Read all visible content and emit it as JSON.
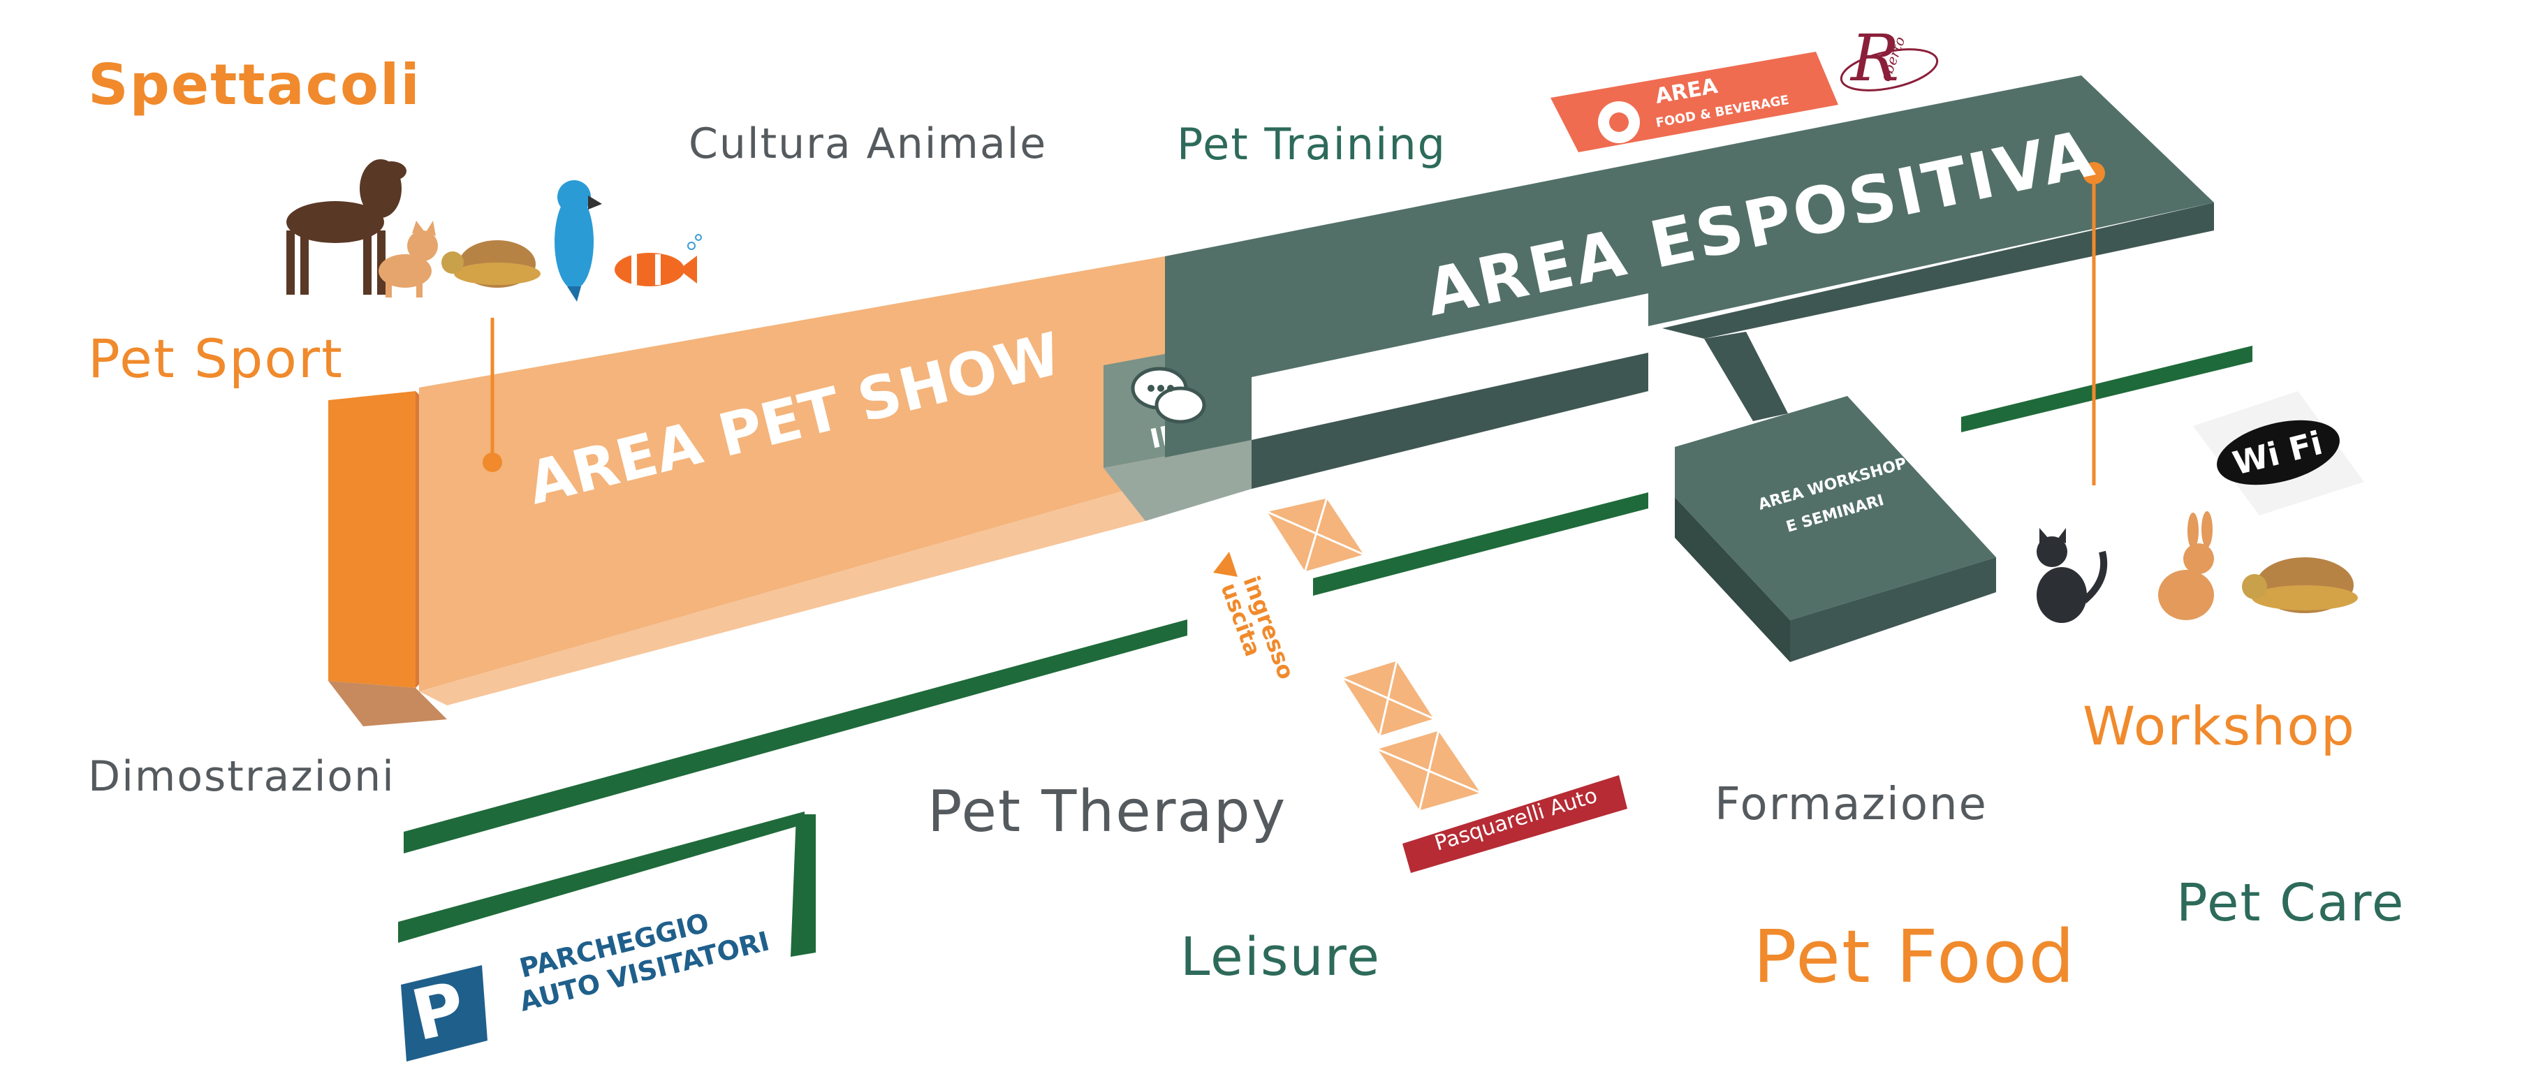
{
  "colors": {
    "orange": "#f08a2c",
    "light_orange": "#f4b47b",
    "teal_dark": "#527068",
    "teal_side": "#3f5752",
    "road_green": "#1f6a3a",
    "sponsor_red": "#b62b34",
    "food_area": "#ef6c51",
    "parking_blue": "#1f5f8b"
  },
  "areas": {
    "pet_show": "AREA PET SHOW",
    "espositiva": "AREA ESPOSITIVA",
    "workshop_line1": "AREA WORKSHOP",
    "workshop_line2": "E SEMINARI",
    "info": "INFO",
    "food_title": "AREA",
    "food_sub": "FOOD & BEVERAGE"
  },
  "entrance": {
    "line1": "ingresso",
    "line2": "uscita"
  },
  "sponsors": {
    "car": "Pasquarelli Auto",
    "logo_letter": "R",
    "logo_text": "oberto"
  },
  "parking": {
    "letter": "P",
    "line1": "PARCHEGGIO",
    "line2": "AUTO VISITATORI"
  },
  "wifi": {
    "label": "Wi Fi"
  },
  "labels": {
    "spettacoli": "Spettacoli",
    "cultura": "Cultura Animale",
    "training": "Pet Training",
    "sport": "Pet Sport",
    "dimostrazioni": "Dimostrazioni",
    "therapy": "Pet Therapy",
    "leisure": "Leisure",
    "formazione": "Formazione",
    "workshop": "Workshop",
    "food": "Pet Food",
    "care": "Pet Care"
  },
  "icons": [
    "dog-icon",
    "cat-icon",
    "turtle-icon",
    "parrot-icon",
    "clownfish-icon",
    "black-cat-icon",
    "rabbit-icon",
    "tortoise-icon",
    "wifi-icon",
    "speech-bubbles-icon",
    "apple-icon",
    "parking-icon"
  ]
}
